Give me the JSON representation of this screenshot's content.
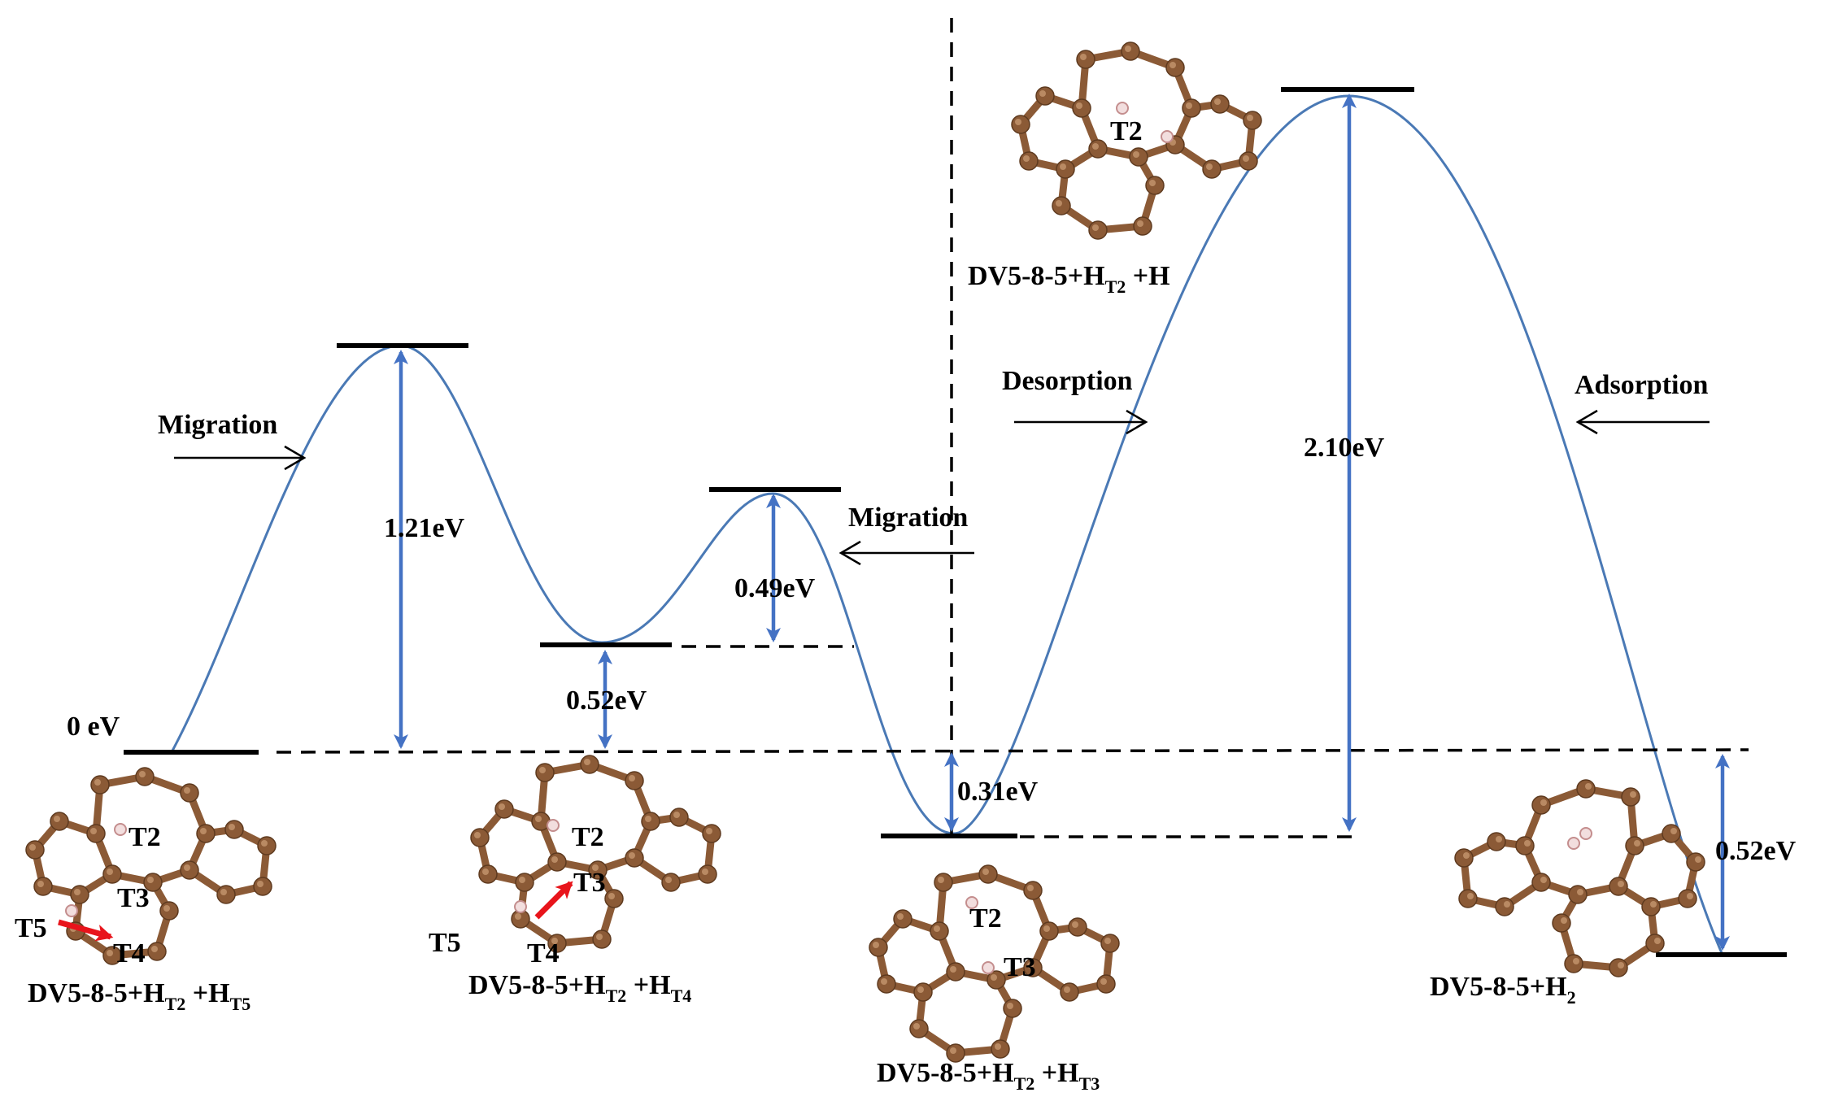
{
  "colors": {
    "curve": "#4a79b5",
    "arrow": "#4472c4",
    "level": "#000000",
    "atom": "#8b5a36",
    "atom_light": "#b98a63",
    "bond": "#8b5a36",
    "hydrogen": "#f2dede",
    "hydrogen_edge": "#c48e8e",
    "migration_arrow": "#e8141b"
  },
  "energy": {
    "zero_label": "0 eV"
  },
  "gaps": [
    {
      "id": "g121",
      "label": "1.21eV"
    },
    {
      "id": "g052a",
      "label": "0.52eV"
    },
    {
      "id": "g049",
      "label": "0.49eV"
    },
    {
      "id": "g031",
      "label": "0.31eV"
    },
    {
      "id": "g210",
      "label": "2.10eV"
    },
    {
      "id": "g052b",
      "label": "0.52eV"
    }
  ],
  "process": {
    "migration1": "Migration",
    "migration2": "Migration",
    "desorption": "Desorption",
    "adsorption": "Adsorption"
  },
  "structures": {
    "s1": {
      "main": "DV5-8-5+H",
      "sub1": "T2",
      "mid": " +H",
      "sub2": "T5",
      "sites": [
        "T2",
        "T3",
        "T5",
        "T4"
      ]
    },
    "s2": {
      "main": "DV5-8-5+H",
      "sub1": "T2",
      "mid": " +H",
      "sub2": "T4",
      "sites": [
        "T2",
        "T3",
        "T5",
        "T4"
      ]
    },
    "s3": {
      "main": "DV5-8-5+H",
      "sub1": "T2",
      "mid": " +H",
      "sub2": "T3",
      "sites": [
        "T2",
        "T3"
      ]
    },
    "s4": {
      "main": "DV5-8-5+H",
      "sub1": "T2",
      "mid": " +H",
      "site": "T2"
    },
    "s5": {
      "main": "DV5-8-5+H",
      "sub2": "2"
    }
  }
}
